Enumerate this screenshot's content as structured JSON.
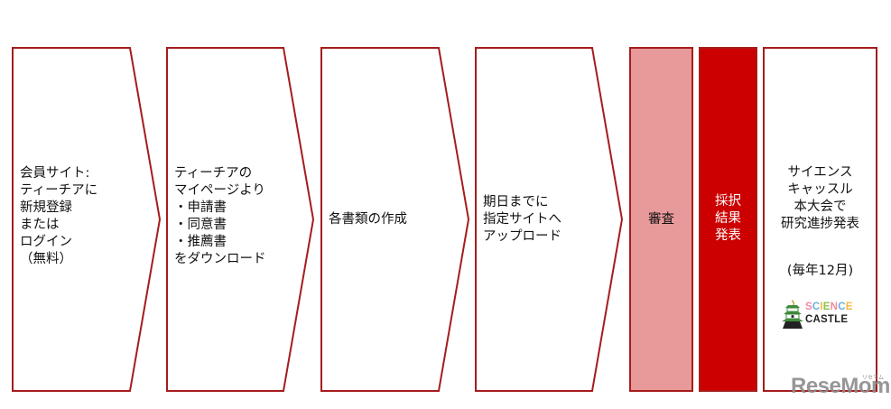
{
  "colors": {
    "border": "#a51c1c",
    "review_fill": "#e89a9a",
    "result_fill": "#cc0000",
    "white_fill": "#ffffff"
  },
  "steps": [
    {
      "id": "register",
      "shape": "chevron",
      "text": "会員サイト:\nティーチアに\n新規登録\nまたは\nログイン\n（無料）"
    },
    {
      "id": "download",
      "shape": "chevron",
      "text": "ティーチアの\nマイページより\n・申請書\n・同意書\n・推薦書\nをダウンロード"
    },
    {
      "id": "create",
      "shape": "chevron",
      "text": "各書類の作成"
    },
    {
      "id": "upload",
      "shape": "chevron",
      "text": "期日までに\n指定サイトへ\nアップロード"
    },
    {
      "id": "review",
      "shape": "rect",
      "text": "審査"
    },
    {
      "id": "result",
      "shape": "rect",
      "text": "採択\n結果\n発表"
    },
    {
      "id": "present",
      "shape": "rect",
      "text": "サイエンス\nキャッスル\n本大会で\n研究進捗発表",
      "subtext": "(毎年12月)"
    }
  ],
  "logo": {
    "icon": "castle-icon",
    "word_top": "SCIENCE",
    "word_bottom": "CASTLE",
    "letter_colors": [
      "#f08aa0",
      "#6ab0e0",
      "#f5b942",
      "#8bc34a",
      "#f08aa0",
      "#6ab0e0",
      "#f5b942"
    ]
  },
  "watermark": {
    "text": "ReseMom",
    "small": "リセマム"
  }
}
